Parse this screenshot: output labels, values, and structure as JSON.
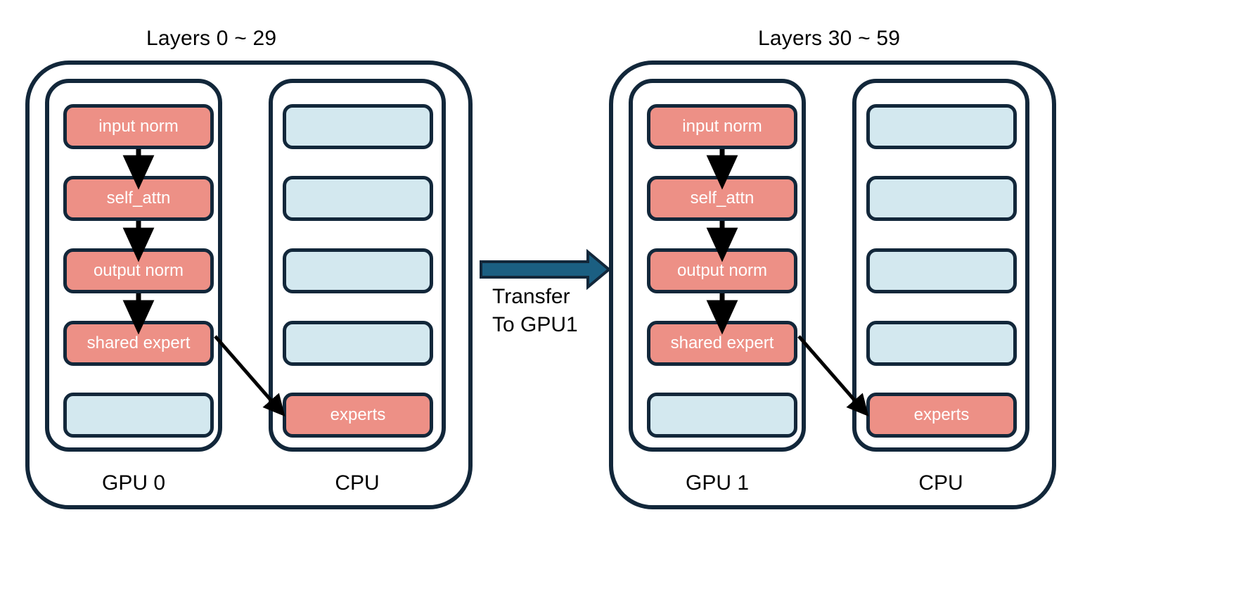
{
  "diagram": {
    "title_color": "#000000",
    "colors": {
      "salmon": "#ed9086",
      "light_blue": "#d3e8ef",
      "outline": "#12273a",
      "transfer_arrow": "#1b5f82",
      "flow_arrow": "#000000",
      "background": "#ffffff"
    },
    "panels": [
      {
        "title": "Layers 0 ~ 29",
        "gpu": {
          "label": "GPU 0",
          "blocks": [
            {
              "label": "input norm",
              "kind": "salmon"
            },
            {
              "label": "self_attn",
              "kind": "salmon"
            },
            {
              "label": "output norm",
              "kind": "salmon"
            },
            {
              "label": "shared expert",
              "kind": "salmon"
            },
            {
              "label": "",
              "kind": "blue"
            }
          ]
        },
        "cpu": {
          "label": "CPU",
          "blocks": [
            {
              "label": "",
              "kind": "blue"
            },
            {
              "label": "",
              "kind": "blue"
            },
            {
              "label": "",
              "kind": "blue"
            },
            {
              "label": "",
              "kind": "blue"
            },
            {
              "label": "experts",
              "kind": "salmon"
            }
          ]
        }
      },
      {
        "title": "Layers 30 ~ 59",
        "gpu": {
          "label": "GPU 1",
          "blocks": [
            {
              "label": "input norm",
              "kind": "salmon"
            },
            {
              "label": "self_attn",
              "kind": "salmon"
            },
            {
              "label": "output norm",
              "kind": "salmon"
            },
            {
              "label": "shared expert",
              "kind": "salmon"
            },
            {
              "label": "",
              "kind": "blue"
            }
          ]
        },
        "cpu": {
          "label": "CPU",
          "blocks": [
            {
              "label": "",
              "kind": "blue"
            },
            {
              "label": "",
              "kind": "blue"
            },
            {
              "label": "",
              "kind": "blue"
            },
            {
              "label": "",
              "kind": "blue"
            },
            {
              "label": "experts",
              "kind": "salmon"
            }
          ]
        }
      }
    ],
    "transfer": {
      "line1": "Transfer",
      "line2": "To GPU1"
    }
  }
}
